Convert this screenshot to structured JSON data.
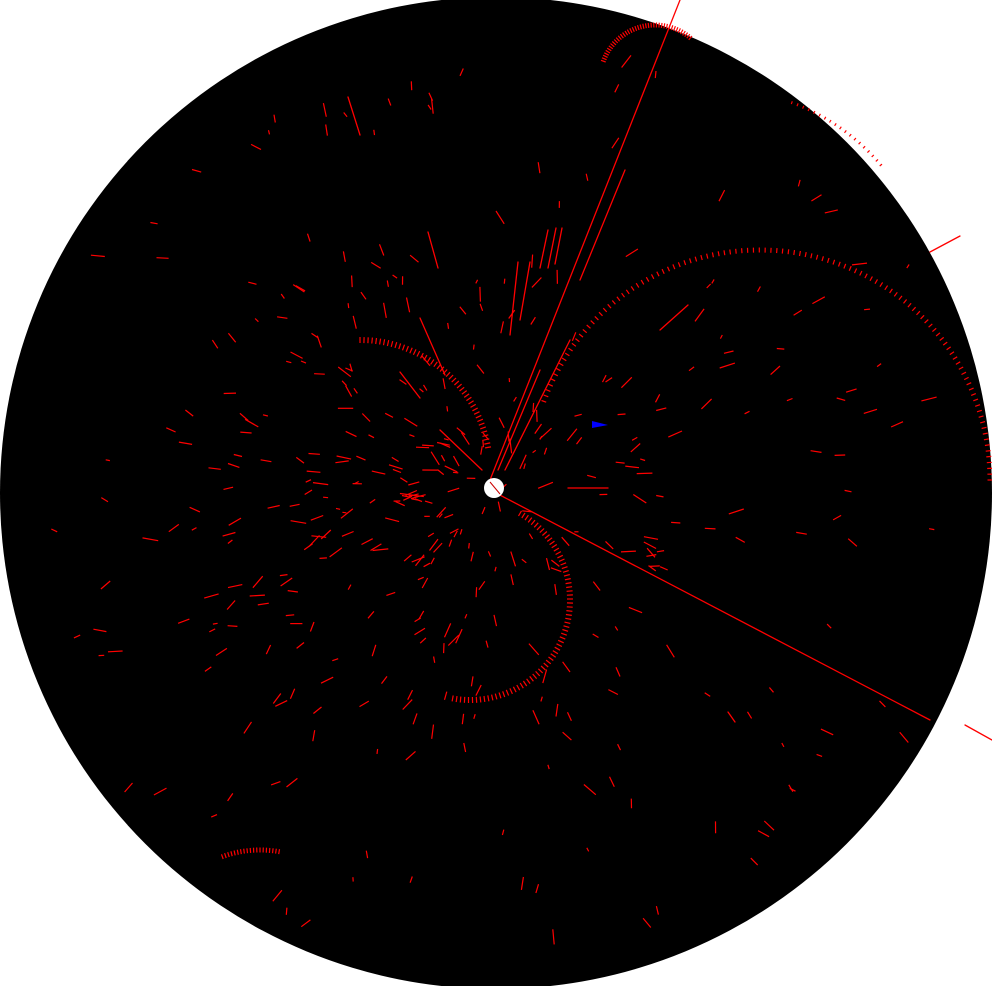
{
  "scene": {
    "description_free": true,
    "colors": {
      "page_background": "#ffffff",
      "detector_disc": "#000000",
      "hits": "#ff0000",
      "beam_spot": "#ffffff",
      "marker": "#0000ff"
    },
    "elements": {
      "detector_disc": "event-display-disc",
      "beam_spot": "interaction-point",
      "marker": "blue-arrow-marker",
      "hits": "track-hit-segments"
    }
  }
}
